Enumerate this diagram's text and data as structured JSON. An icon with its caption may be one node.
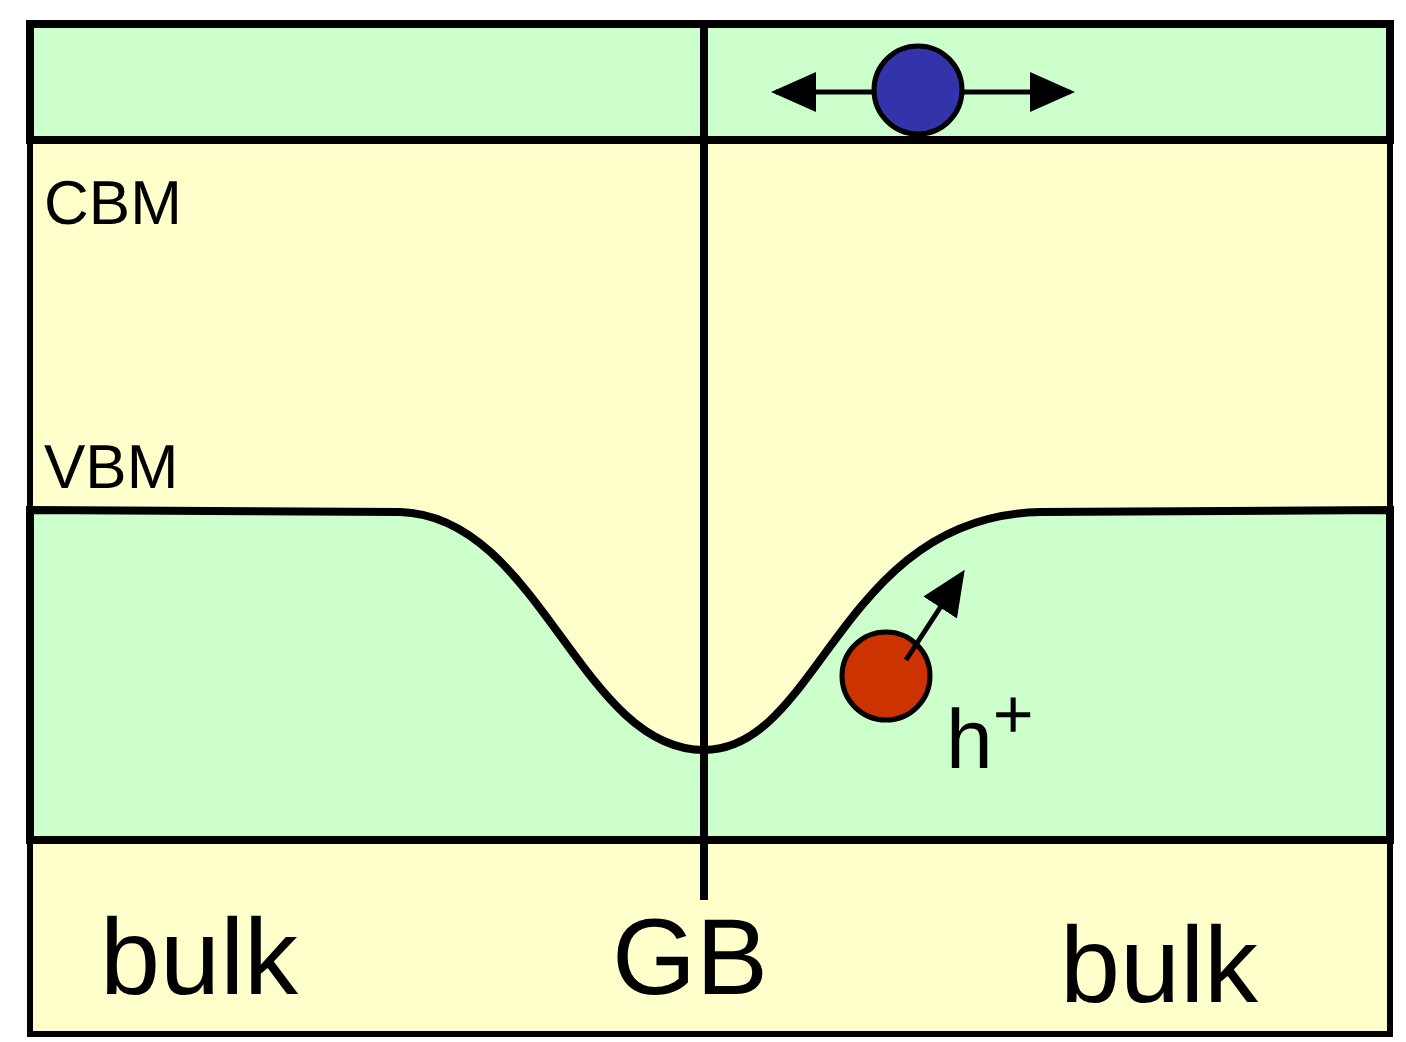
{
  "diagram": {
    "labels": [
      "CBM",
      "VBM",
      "h$^{+}$",
      "bulk",
      "GB",
      "bulk"
    ]
  }
}
